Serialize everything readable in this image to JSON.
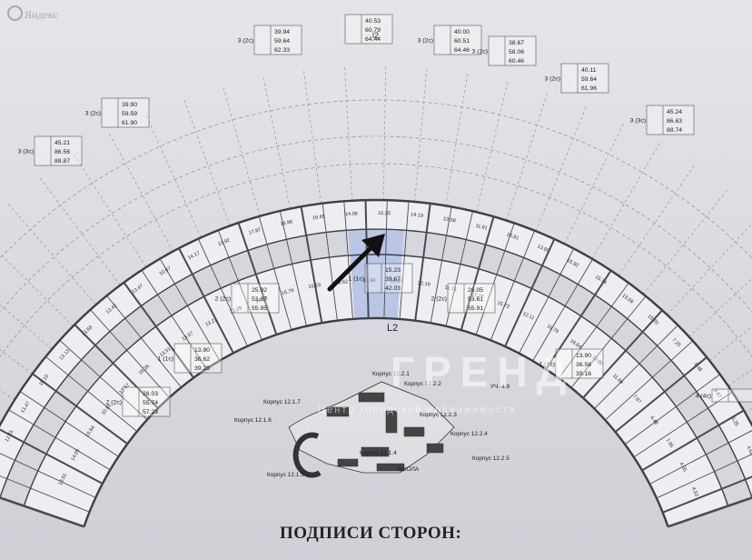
{
  "watermark": {
    "brand": "Яндекс",
    "text": "ГРЕНД",
    "sub": "Центр городской недвижимости"
  },
  "footer_title": "ПОДПИСИ СТОРОН:",
  "floor_label": "L2",
  "axis_top": "l2",
  "unit_tables": [
    {
      "id": "t1",
      "type": "3 (3с)",
      "vals": [
        "45.21",
        "86.56",
        "88.87"
      ]
    },
    {
      "id": "t2",
      "type": "3 (2с)",
      "vals": [
        "39.90",
        "59.59",
        "61.90"
      ]
    },
    {
      "id": "t3",
      "type": "3 (2с)",
      "vals": [
        "39.94",
        "59.64",
        "62.33"
      ]
    },
    {
      "id": "t4",
      "type": "",
      "vals": [
        "40.53",
        "60.79",
        "64.44"
      ]
    },
    {
      "id": "t5",
      "type": "3 (2с)",
      "vals": [
        "40.00",
        "60.51",
        "64.46"
      ]
    },
    {
      "id": "t6",
      "type": "3 (2с)",
      "vals": [
        "38.67",
        "58.06",
        "60.46"
      ]
    },
    {
      "id": "t7",
      "type": "3 (2с)",
      "vals": [
        "40.11",
        "59.64",
        "61.96"
      ]
    },
    {
      "id": "t8",
      "type": "3 (3с)",
      "vals": [
        "45.24",
        "86.63",
        "88.74"
      ]
    },
    {
      "id": "t9",
      "type": "1 (1с)",
      "vals": [
        "15.23",
        "39.67",
        "42.03"
      ]
    },
    {
      "id": "t10",
      "type": "2 (2с)",
      "vals": [
        "25.92",
        "53.67",
        "55.95"
      ]
    },
    {
      "id": "t11",
      "type": "2 (2с)",
      "vals": [
        "26.05",
        "53.61",
        "55.91"
      ]
    },
    {
      "id": "t12",
      "type": "1 (1с)",
      "vals": [
        "13.90",
        "36.62",
        "39.25"
      ]
    },
    {
      "id": "t13",
      "type": "2 (2с)",
      "vals": [
        "28.03",
        "55.74",
        "57.23"
      ]
    },
    {
      "id": "t14",
      "type": "1 (1с)",
      "vals": [
        "13.90",
        "36.56",
        "39.16"
      ]
    },
    {
      "id": "t15",
      "type": "4 (4с)",
      "vals": []
    }
  ],
  "room_areas": [
    "16.67",
    "13.61",
    "12.61",
    "14.05",
    "13.47",
    "10.84",
    "15.10",
    "10.85",
    "13.13",
    "13.67",
    "13.58",
    "16.26",
    "13.42",
    "13.51",
    "13.47",
    "13.57",
    "10.67",
    "13.21",
    "14.17",
    "22.29",
    "12.92",
    "14.13",
    "17.87",
    "15.79",
    "16.86",
    "15.23",
    "16.65",
    "12.62",
    "14.09",
    "12.98",
    "15.20",
    "16.67",
    "14.19",
    "22.19",
    "13.58",
    "11.71",
    "11.91",
    "17.77",
    "20.81",
    "15.73",
    "13.90",
    "12.11",
    "15.92",
    "16.79",
    "15.74",
    "16.64",
    "13.68",
    "12.90",
    "15.70",
    "11.68",
    "7.25",
    "7.87",
    "6.48",
    "4.48",
    "8.67",
    "7.95",
    "5.25",
    "4.55",
    "4.62",
    "4.53"
  ],
  "site_plan": {
    "labels": [
      "Корпус 12.2.1",
      "Корпус 12.2.2",
      "Корпус 12.2.3",
      "Корпус 12.2.4",
      "Корпус 12.2.5",
      "Корпус 12.1.7",
      "Корпус 12.1.6",
      "Корпус 12.1.4",
      "Корпус 12.1.5",
      "УЧ. 4.9",
      "ШКОЛА"
    ]
  }
}
